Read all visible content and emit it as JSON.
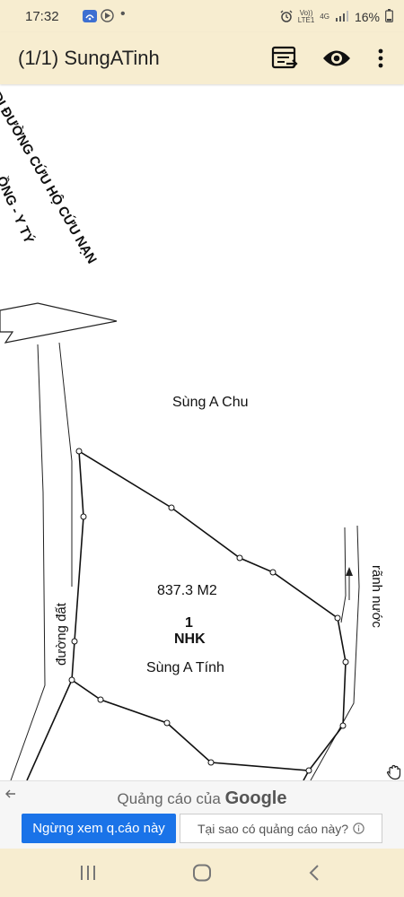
{
  "status": {
    "time": "17:32",
    "battery": "16%",
    "net_top": "Vo))",
    "net_bottom": "LTE1",
    "net_type": "4G"
  },
  "appbar": {
    "title": "(1/1) SungATinh",
    "icons": [
      "export-list-icon",
      "eye-icon",
      "more-vert-icon"
    ]
  },
  "map": {
    "road_label_1": "ĐI ĐƯỜNG CỨU HỘ CỨU NẠN",
    "road_label_2": "ỒNG - Y TÝ",
    "neighbor_north": "Sùng A Chu",
    "area": "837.3 M2",
    "parcel_number": "1",
    "land_type": "NHK",
    "owner": "Sùng A Tính",
    "road_label_west": "đường đất",
    "stream_label": "rãnh nước"
  },
  "ad": {
    "by_prefix": "Quảng cáo của",
    "by_brand": "Google",
    "stop_label": "Ngừng xem q.cáo này",
    "why_label": "Tại sao có quảng cáo này?"
  }
}
